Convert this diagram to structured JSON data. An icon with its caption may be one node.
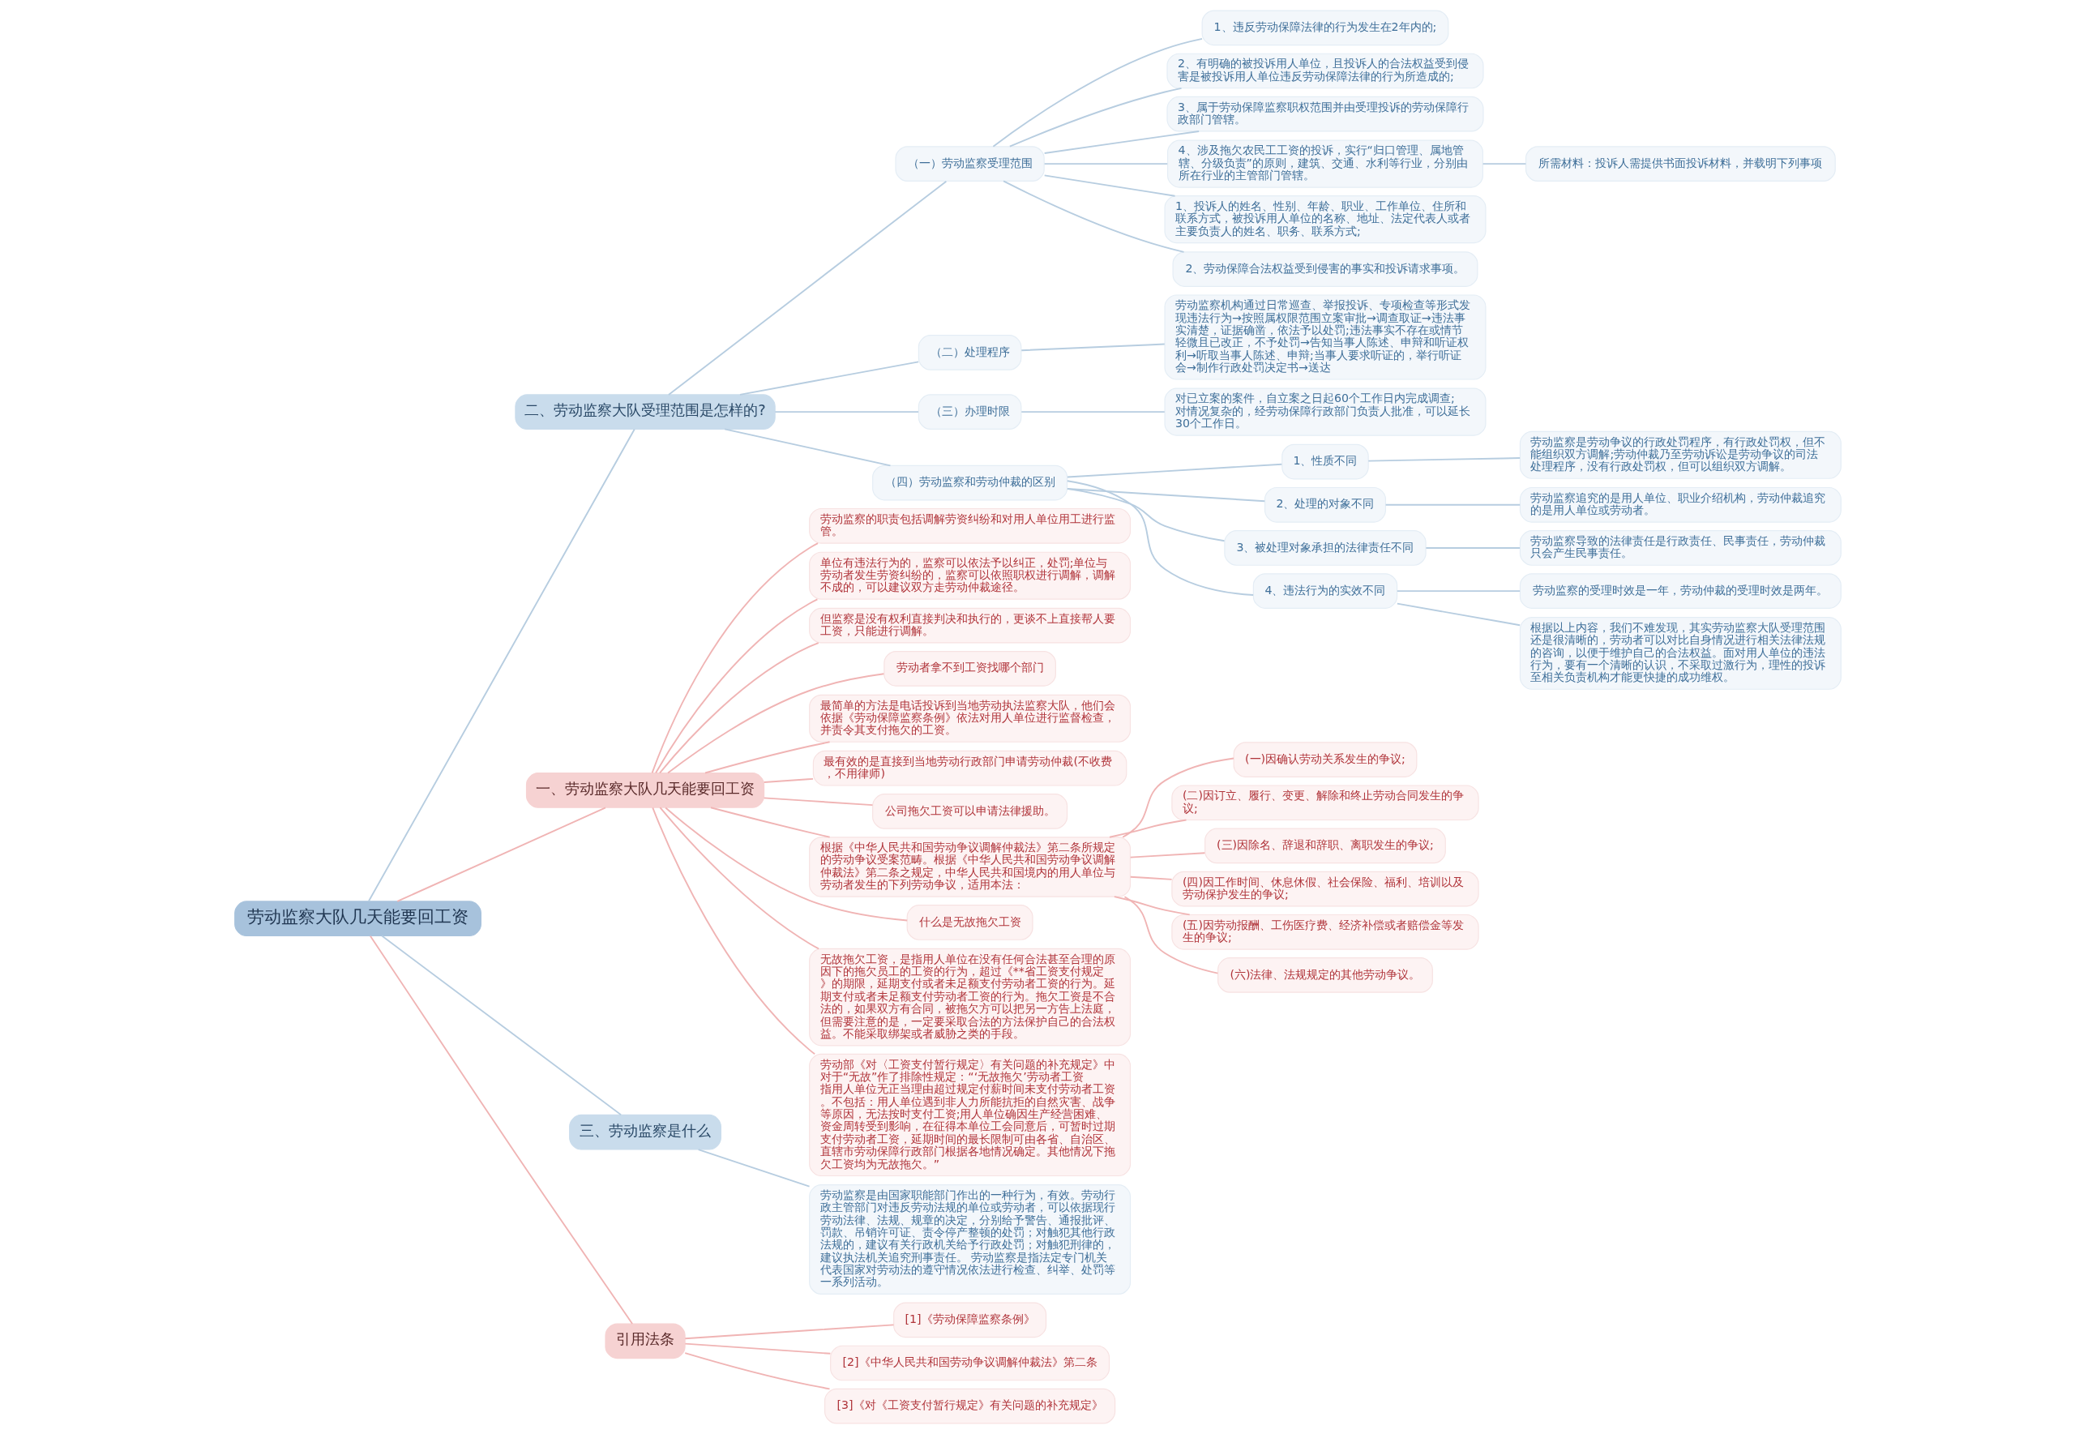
{
  "diagram": {
    "nodes": [
      {
        "text": [
          "劳动监察大队几天能要回工资"
        ]
      },
      {
        "text": [
          "二、劳动监察大队受理范围是怎样的?"
        ]
      },
      {
        "text": [
          "（一）劳动监察受理范围"
        ]
      },
      {
        "text": [
          "1、违反劳动保障法律的行为发生在2年内的;"
        ]
      },
      {
        "text": [
          "2、有明确的被投诉用人单位，且投诉人的合法权益受到侵害是被投诉用人单位违反劳动保障法律的行为所造成的;"
        ]
      },
      {
        "text": [
          "3、属于劳动保障监察职权范围并由受理投诉的劳动保障行政部门管辖。"
        ]
      },
      {
        "text": [
          "4、涉及拖欠农民工工资的投诉，实行“归口管理、属地管辖、分级负责”的原则，建筑、交通、水利等行业，分别由所在行业的主管部门管辖。"
        ]
      },
      {
        "text": [
          "所需材料：投诉人需提供书面投诉材料，并载明下列事项"
        ]
      },
      {
        "text": [
          "1、投诉人的姓名、性别、年龄、职业、工作单位、住所和联系方式，被投诉用人单位的名称、地址、法定代表人或者主要负责人的姓名、职务、联系方式;"
        ]
      },
      {
        "text": [
          "2、劳动保障合法权益受到侵害的事实和投诉请求事项。"
        ]
      },
      {
        "text": [
          "（二）处理程序"
        ]
      },
      {
        "text": [
          "劳动监察机构通过日常巡查、举报投诉、专项检查等形式发现违法行为→按照属权限范围立案审批→调查取证→违法事实清楚，证据确凿，依法予以处罚;违法事实不存在或情节轻微且已改正，不予处罚→告知当事人陈述、申辩和听证权利→听取当事人陈述、申辩;当事人要求听证的，举行听证会→制作行政处罚决定书→送达"
        ]
      },
      {
        "text": [
          "（三）办理时限"
        ]
      },
      {
        "text": [
          "对已立案的案件，自立案之日起60个工作日内完成调查;对情况复杂的，经劳动保障行政部门负责人批准，可以延长30个工作日。"
        ]
      },
      {
        "text": [
          "（四）劳动监察和劳动仲裁的区别"
        ]
      },
      {
        "text": [
          "1、性质不同"
        ]
      },
      {
        "text": [
          "劳动监察是劳动争议的行政处罚程序，有行政处罚权，但不能组织双方调解;劳动仲裁乃至劳动诉讼是劳动争议的司法处理程序，没有行政处罚权，但可以组织双方调解。"
        ]
      },
      {
        "text": [
          "2、处理的对象不同"
        ]
      },
      {
        "text": [
          "劳动监察追究的是用人单位、职业介绍机构，劳动仲裁追究的是用人单位或劳动者。"
        ]
      },
      {
        "text": [
          "3、被处理对象承担的法律责任不同"
        ]
      },
      {
        "text": [
          "劳动监察导致的法律责任是行政责任、民事责任，劳动仲裁只会产生民事责任。"
        ]
      },
      {
        "text": [
          "4、违法行为的实效不同"
        ]
      },
      {
        "text": [
          "劳动监察的受理时效是一年，劳动仲裁的受理时效是两年。"
        ]
      },
      {
        "text": [
          "根据以上内容，我们不难发现，其实劳动监察大队受理范围还是很清晰的，劳动者可以对比自身情况进行相关法律法规的咨询，以便于维护自己的合法权益。面对用人单位的违法行为，要有一个清晰的认识，不采取过激行为，理性的投诉至相关负责机构才能更快捷的成功维权。"
        ]
      },
      {
        "text": [
          "一、劳动监察大队几天能要回工资"
        ]
      },
      {
        "text": [
          "劳动监察的职责包括调解劳资纠纷和对用人单位用工进行监管。"
        ]
      },
      {
        "text": [
          "单位有违法行为的，监察可以依法予以纠正，处罚;单位与劳动者发生劳资纠纷的，监察可以依照职权进行调解，调解不成的，可以建议双方走劳动仲裁途径。"
        ]
      },
      {
        "text": [
          "但监察是没有权利直接判决和执行的，更谈不上直接帮人要工资，只能进行调解。"
        ]
      },
      {
        "text": [
          "劳动者拿不到工资找哪个部门"
        ]
      },
      {
        "text": [
          "最简单的方法是电话投诉到当地劳动执法监察大队，他们会依据《劳动保障监察条例》依法对用人单位进行监督检查，并责令其支付拖欠的工资。"
        ]
      },
      {
        "text": [
          "最有效的是直接到当地劳动行政部门申请劳动仲裁(不收费，不用律师)"
        ]
      },
      {
        "text": [
          "公司拖欠工资可以申请法律援助。"
        ]
      },
      {
        "text": [
          "根据《中华人民共和国劳动争议调解仲裁法》第二条所规定的劳动争议受案范畴。根据《中华人民共和国劳动争议调解仲裁法》第二条之规定，中华人民共和国境内的用人单位与劳动者发生的下列劳动争议，适用本法："
        ]
      },
      {
        "text": [
          "(一)因确认劳动关系发生的争议;"
        ]
      },
      {
        "text": [
          "(二)因订立、履行、变更、解除和终止劳动合同发生的争议;"
        ]
      },
      {
        "text": [
          "(三)因除名、辞退和辞职、离职发生的争议;"
        ]
      },
      {
        "text": [
          "(四)因工作时间、休息休假、社会保险、福利、培训以及劳动保护发生的争议;"
        ]
      },
      {
        "text": [
          "(五)因劳动报酬、工伤医疗费、经济补偿或者赔偿金等发生的争议;"
        ]
      },
      {
        "text": [
          "(六)法律、法规规定的其他劳动争议。"
        ]
      },
      {
        "text": [
          "什么是无故拖欠工资"
        ]
      },
      {
        "text": [
          "无故拖欠工资，是指用人单位在没有任何合法甚至合理的原因下的拖欠员工的工资的行为，超过《**省工资支付规定》的期限，延期支付或者未足额支付劳动者工资的行为。延期支付或者未足额支付劳动者工资的行为。拖欠工资是不合法的，如果双方有合同，被拖欠方可以把另一方告上法庭，但需要注意的是，一定要采取合法的方法保护自己的合法权益。不能采取绑架或者威胁之类的手段。"
        ]
      },
      {
        "text": [
          "劳动部《对〈工资支付暂行规定〉有关问题的补充规定》中对于“无故”作了排除性规定：“‘无故拖欠’劳动者工资指用人单位无正当理由超过规定付薪时间未支付劳动者工资。不包括：用人单位遇到非人力所能抗拒的自然灾害、战争等原因，无法按时支付工资;用人单位确因生产经营困难、资金周转受到影响，在征得本单位工会同意后，可暂时过期支付劳动者工资，延期时间的最长限制可由各省、自治区、直辖市劳动保障行政部门根据各地情况确定。其他情况下拖欠工资均为无故拖欠。”"
        ]
      },
      {
        "text": [
          "三、劳动监察是什么"
        ]
      },
      {
        "text": [
          "劳动监察是由国家职能部门作出的一种行为，有效。劳动行政主管部门对违反劳动法规的单位或劳动者，可以依据现行劳动法律、法规、规章的决定，分别给予警告、通报批评、罚款、吊销许可证、责令停产整顿的处罚；对触犯其他行政法规的，建议有关行政机关给予行政处罚；对触犯刑律的，建议执法机关追究刑事责任。 劳动监察是指法定专门机关代表国家对劳动法的遵守情况依法进行检查、纠举、处罚等一系列活动。"
        ]
      },
      {
        "text": [
          "引用法条"
        ]
      },
      {
        "text": [
          "[1]《劳动保障监察条例》"
        ]
      },
      {
        "text": [
          "[2]《中华人民共和国劳动争议调解仲裁法》第二条"
        ]
      },
      {
        "text": [
          "[3]《对《工资支付暂行规定》有关问题的补充规定》"
        ]
      }
    ],
    "edges": [
      {
        "from": 0,
        "to": 1,
        "arrow": "none"
      },
      {
        "from": 1,
        "to": 2,
        "arrow": "none"
      },
      {
        "from": 2,
        "to": 3,
        "arrow": "none"
      },
      {
        "from": 2,
        "to": 4,
        "arrow": "none"
      },
      {
        "from": 2,
        "to": 5,
        "arrow": "none"
      },
      {
        "from": 2,
        "to": 6,
        "arrow": "none"
      },
      {
        "from": 6,
        "to": 7,
        "arrow": "none"
      },
      {
        "from": 2,
        "to": 8,
        "arrow": "none"
      },
      {
        "from": 2,
        "to": 9,
        "arrow": "none"
      },
      {
        "from": 1,
        "to": 10,
        "arrow": "none"
      },
      {
        "from": 10,
        "to": 11,
        "arrow": "none"
      },
      {
        "from": 1,
        "to": 12,
        "arrow": "none"
      },
      {
        "from": 12,
        "to": 13,
        "arrow": "none"
      },
      {
        "from": 1,
        "to": 14,
        "arrow": "none"
      },
      {
        "from": 14,
        "to": 15,
        "arrow": "none"
      },
      {
        "from": 15,
        "to": 16,
        "arrow": "none"
      },
      {
        "from": 14,
        "to": 17,
        "arrow": "none"
      },
      {
        "from": 17,
        "to": 18,
        "arrow": "none"
      },
      {
        "from": 14,
        "to": 19,
        "arrow": "none"
      },
      {
        "from": 19,
        "to": 20,
        "arrow": "none"
      },
      {
        "from": 14,
        "to": 21,
        "arrow": "none"
      },
      {
        "from": 21,
        "to": 22,
        "arrow": "none"
      },
      {
        "from": 21,
        "to": 23,
        "arrow": "none"
      },
      {
        "from": 0,
        "to": 24,
        "arrow": "none",
        "color": "#f0b4b4"
      },
      {
        "from": 24,
        "to": 25,
        "arrow": "none",
        "color": "#f0b4b4"
      },
      {
        "from": 24,
        "to": 26,
        "arrow": "none",
        "color": "#f0b4b4"
      },
      {
        "from": 24,
        "to": 27,
        "arrow": "none",
        "color": "#f0b4b4"
      },
      {
        "from": 24,
        "to": 28,
        "arrow": "none",
        "color": "#f0b4b4"
      },
      {
        "from": 24,
        "to": 29,
        "arrow": "none",
        "color": "#f0b4b4"
      },
      {
        "from": 24,
        "to": 30,
        "arrow": "none",
        "color": "#f0b4b4"
      },
      {
        "from": 24,
        "to": 31,
        "arrow": "none",
        "color": "#f0b4b4"
      },
      {
        "from": 24,
        "to": 32,
        "arrow": "none",
        "color": "#f0b4b4"
      },
      {
        "from": 32,
        "to": 33,
        "arrow": "none",
        "color": "#f0b4b4"
      },
      {
        "from": 32,
        "to": 34,
        "arrow": "none",
        "color": "#f0b4b4"
      },
      {
        "from": 32,
        "to": 35,
        "arrow": "none",
        "color": "#f0b4b4"
      },
      {
        "from": 32,
        "to": 36,
        "arrow": "none",
        "color": "#f0b4b4"
      },
      {
        "from": 32,
        "to": 37,
        "arrow": "none",
        "color": "#f0b4b4"
      },
      {
        "from": 32,
        "to": 38,
        "arrow": "none",
        "color": "#f0b4b4"
      },
      {
        "from": 24,
        "to": 39,
        "arrow": "none",
        "color": "#f0b4b4"
      },
      {
        "from": 24,
        "to": 40,
        "arrow": "none",
        "color": "#f0b4b4"
      },
      {
        "from": 24,
        "to": 41,
        "arrow": "none",
        "color": "#f0b4b4"
      },
      {
        "from": 0,
        "to": 42,
        "arrow": "none"
      },
      {
        "from": 42,
        "to": 43,
        "arrow": "none"
      },
      {
        "from": 0,
        "to": 44,
        "arrow": "none",
        "color": "#f0b4b4"
      },
      {
        "from": 44,
        "to": 45,
        "arrow": "none",
        "color": "#f0b4b4"
      },
      {
        "from": 44,
        "to": 46,
        "arrow": "none",
        "color": "#f0b4b4"
      },
      {
        "from": 44,
        "to": 47,
        "arrow": "none",
        "color": "#f0b4b4"
      }
    ]
  }
}
